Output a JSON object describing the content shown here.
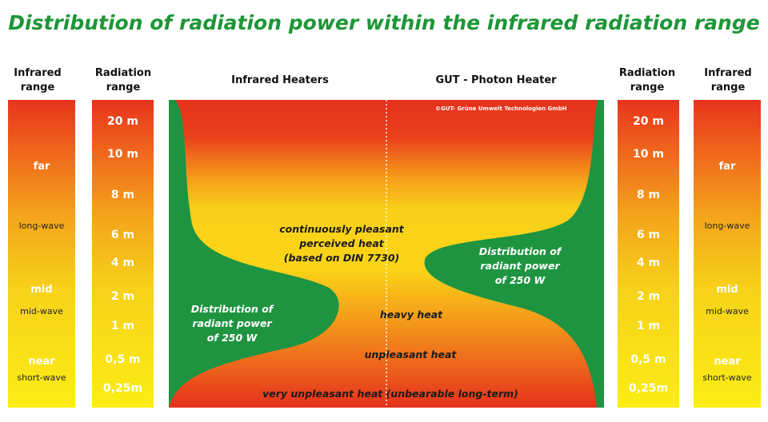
{
  "title": "Distribution of radiation power within the infrared radiation range",
  "headers": {
    "infrared_range": [
      "Infrared",
      "range"
    ],
    "radiation_range": [
      "Radiation",
      "range"
    ],
    "infrared_heaters": "Infrared Heaters",
    "photon_heater": "GUT - Photon Heater"
  },
  "radiation_ranges": [
    "20 m",
    "10 m",
    "8 m",
    "6 m",
    "4 m",
    "2 m",
    "1 m",
    "0,5 m",
    "0,25m"
  ],
  "infrared_labels": {
    "far": "far",
    "long_wave": "long-wave",
    "mid": "mid",
    "mid_wave": "mid-wave",
    "near": "near",
    "short_wave": "short-wave"
  },
  "copyright": "©GUT- Grüne Umwelt Technologien GmbH",
  "zones": {
    "pleasant": [
      "continuously pleasant",
      "perceived heat",
      "(based on DIN 7730)"
    ],
    "heavy": "heavy heat",
    "unpleasant": "unpleasant heat",
    "very_unpleasant": "very unpleasant heat (unbearable long-term)"
  },
  "distribution_left": [
    "Distribution of",
    "radiant power",
    "of 250 W"
  ],
  "distribution_right": [
    "Distribution of",
    "radiant power",
    "of 250 W"
  ],
  "colors": {
    "title": "#1e9637",
    "green": "#1e9441",
    "red": "#e8331d",
    "orange": "#f4a51b",
    "yellow": "#fbed15"
  }
}
